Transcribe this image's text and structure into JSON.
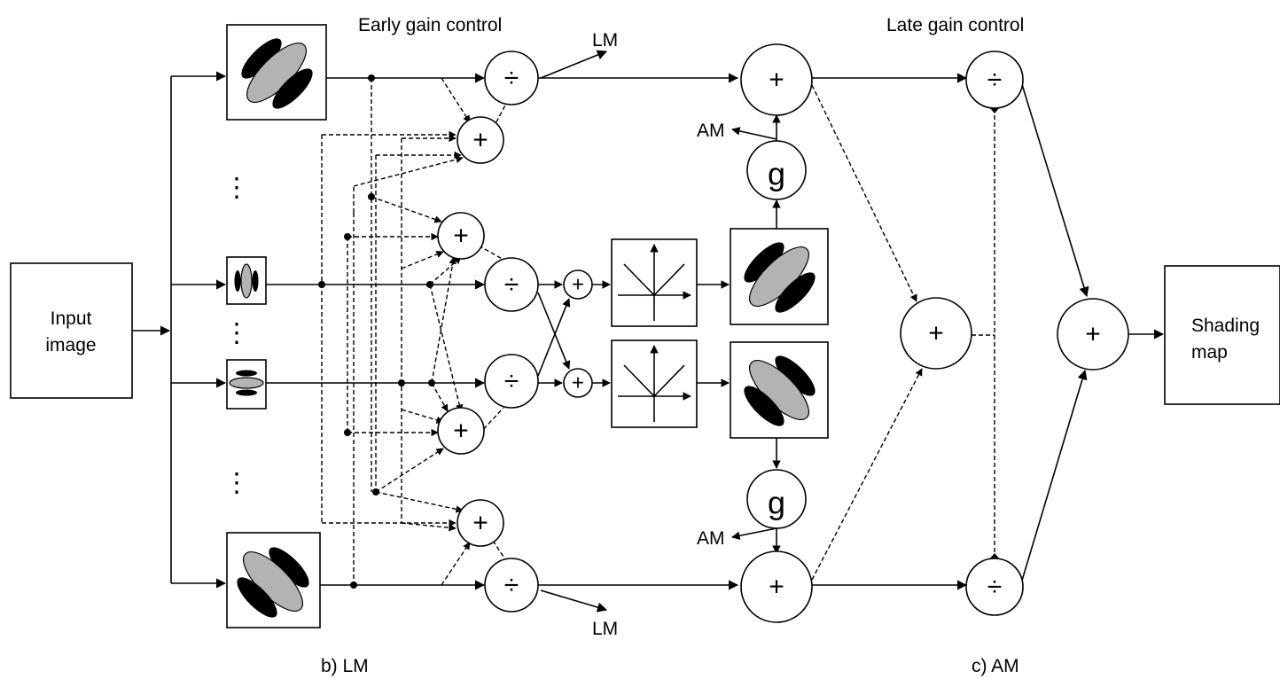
{
  "labels": {
    "early_gain_control": "Early gain control",
    "late_gain_control": "Late gain control",
    "input_line1": "Input",
    "input_line2": "image",
    "output_line1": "Shading",
    "output_line2": "map",
    "lm_top": "LM",
    "lm_bottom": "LM",
    "am_top": "AM",
    "am_bottom": "AM",
    "caption_b": "b) LM",
    "caption_c": "c) AM"
  },
  "symbols": {
    "sum": "+",
    "divide": "÷",
    "gain": "g",
    "ellipsis": "⋮"
  }
}
